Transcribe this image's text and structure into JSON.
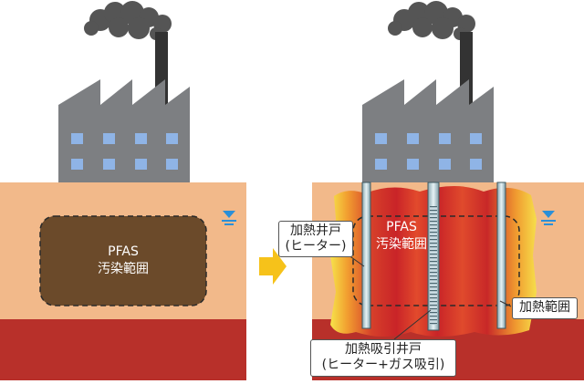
{
  "left_scene": {
    "pfas_label": "PFAS",
    "contamination_label": "汚染範囲"
  },
  "right_scene": {
    "pfas_label": "PFAS",
    "contamination_label": "汚染範囲",
    "heating_well_label_line1": "加熱井戸",
    "heating_well_label_line2": "(ヒーター)",
    "heating_range_label": "加熱範囲",
    "suction_well_label_line1": "加熱吸引井戸",
    "suction_well_label_line2": "(ヒーター+ガス吸引)"
  },
  "colors": {
    "ground": "#f2b98a",
    "deep_layer": "#b8302a",
    "contamination_fill": "#6b4a2a",
    "building": "#7d7f82",
    "chimney": "#333333",
    "smoke": "#555555",
    "window": "#8fb4e6",
    "arrow": "#f6c21a",
    "water_marker": "#2a8fd8"
  },
  "icons": [
    "factory-icon",
    "smoke-icon",
    "water-table-icon",
    "arrow-right-icon"
  ]
}
